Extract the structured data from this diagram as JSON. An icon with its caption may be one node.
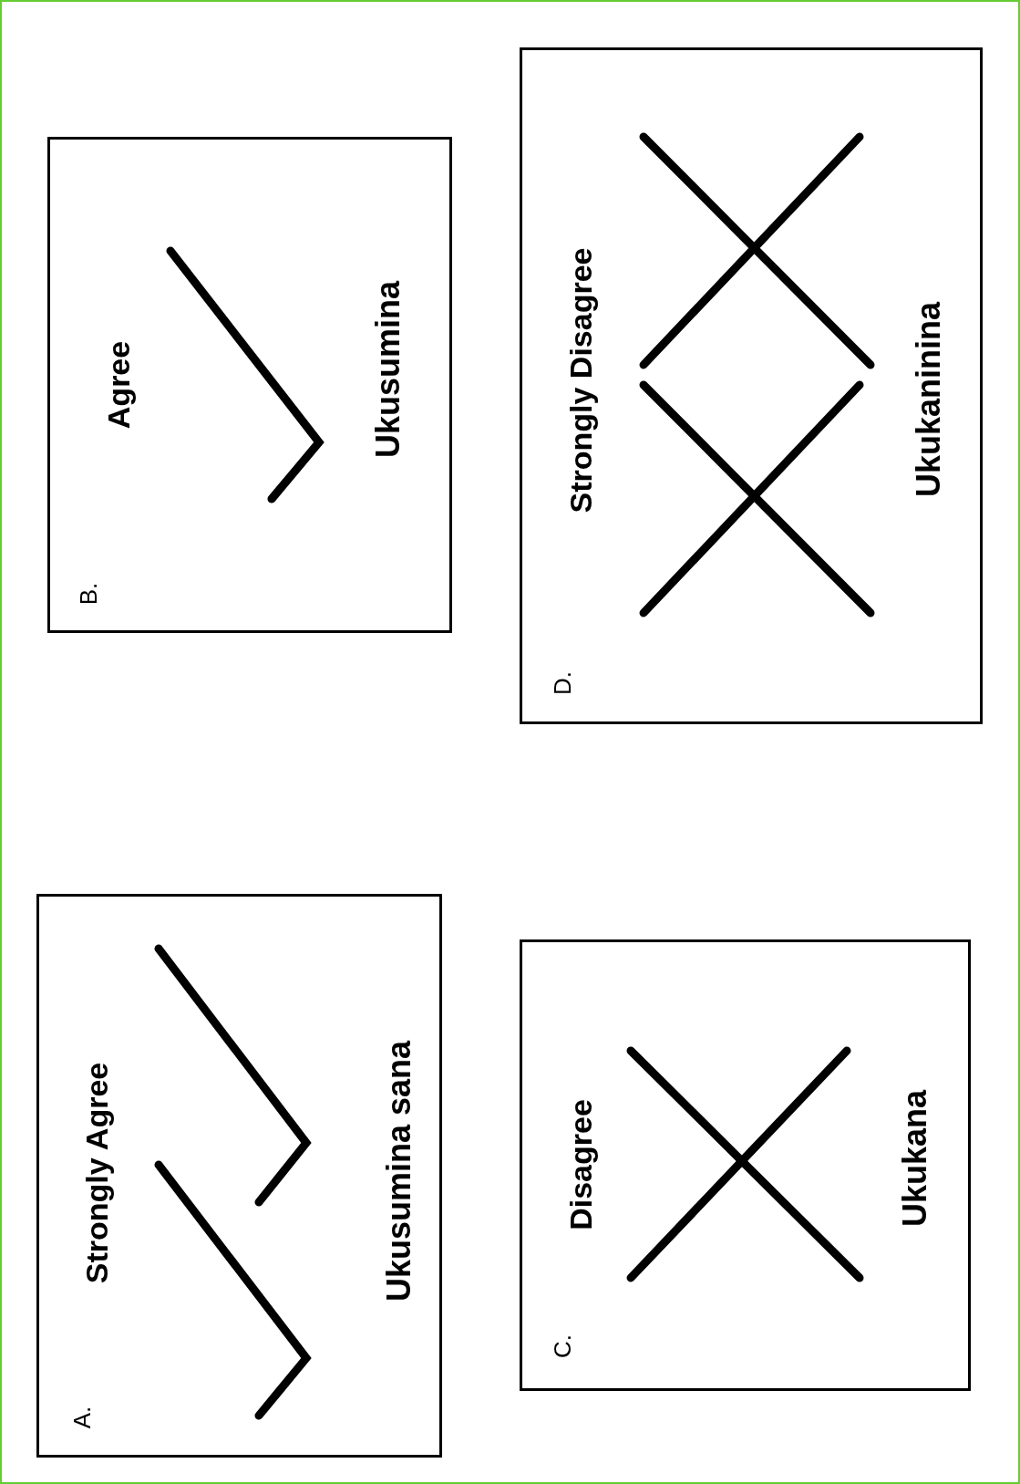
{
  "diagram": {
    "nodes": [
      {
        "text": [
          "A.",
          "Strongly Agree",
          "Ukusumina sana"
        ]
      },
      {
        "text": [
          "B.",
          "Agree",
          "Ukusumina"
        ]
      },
      {
        "text": [
          "C.",
          "Disagree",
          "Ukukana"
        ]
      },
      {
        "text": [
          "D.",
          "Strongly Disagree",
          "Ukukaninina"
        ]
      }
    ]
  }
}
